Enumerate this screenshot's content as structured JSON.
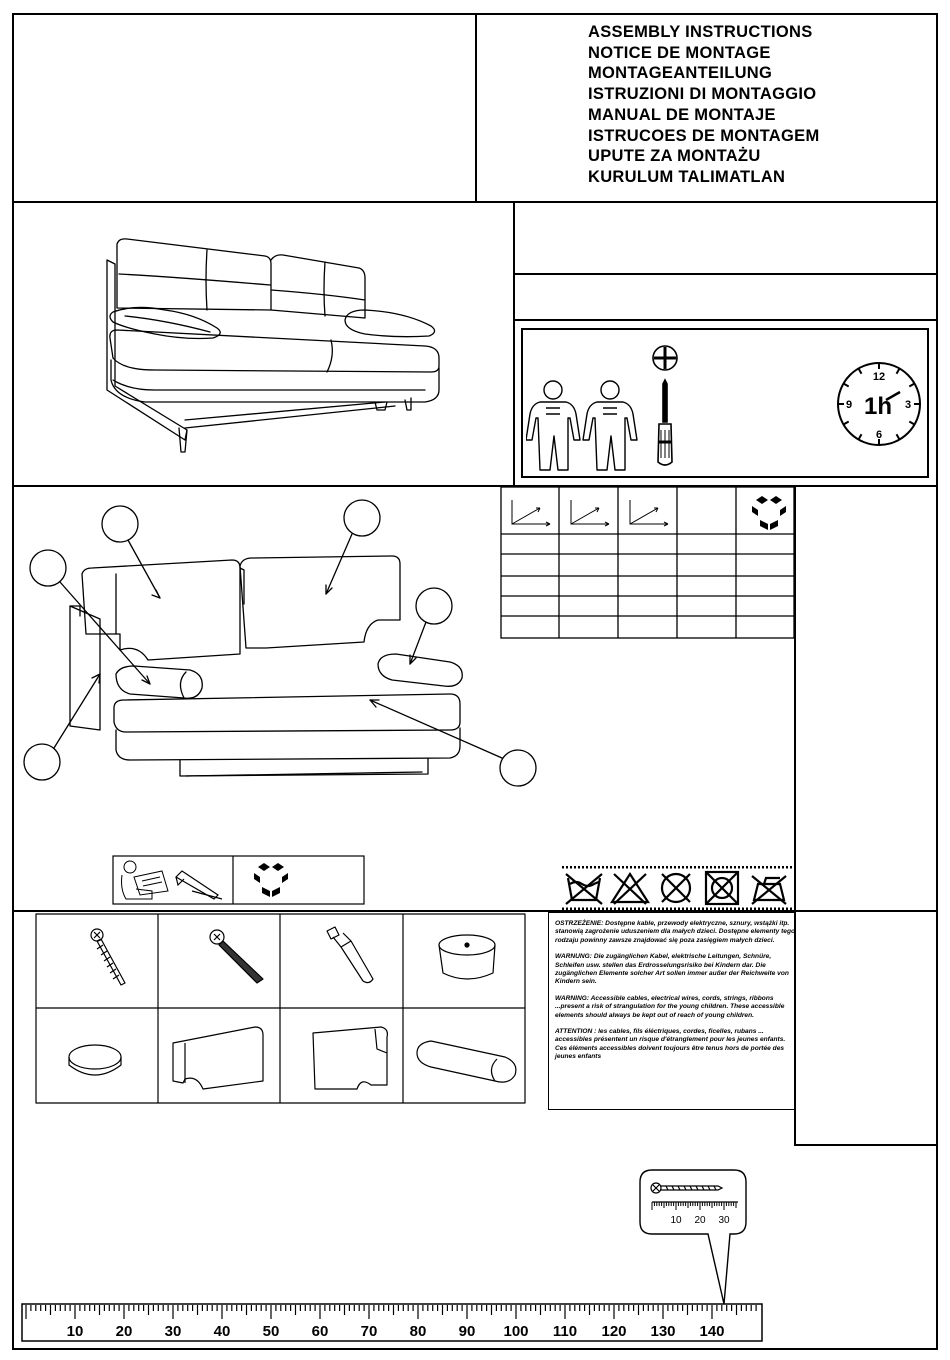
{
  "header": {
    "titles": [
      "ASSEMBLY INSTRUCTIONS",
      "NOTICE DE MONTAGE",
      "MONTAGEANTEILUNG",
      "ISTRUZIONI DI MONTAGGIO",
      "MANUAL DE MONTAJE",
      "ISTRUCOES DE MONTAGEM",
      "UPUTE ZA MONTAŻU",
      "KURULUM TALIMATLAN"
    ]
  },
  "assembly": {
    "people_count": 2,
    "tool": "phillips-screwdriver-icon",
    "time_label": "1h"
  },
  "clock": {
    "num_12": "12",
    "num_3": "3",
    "num_6": "6",
    "num_9": "9"
  },
  "warnings": [
    "OSTRZEŻENIE: Dostępne kable, przewody elektryczne, sznury, wstążki itp. stanowią zagrożenie uduszeniem dla małych dzieci. Dostępne elementy tego rodzaju powinny zawsze znajdować się poza zasięgiem małych dzieci.",
    "WARNUNG: Die zugänglichen Kabel, elektrische Leitungen, Schnüre, Schleifen usw. stellen das Erdrosselungsrisiko bei Kindern dar. Die zugänglichen Elemente solcher Art sollen immer außer der Reichweite von Kindern sein.",
    "WARNING: Accessible cables, electrical wires, cords, strings, ribbons ...present a risk of strangulation for the young children. These accessible elements should always be kept out of reach of young children.",
    "ATTENTION : les cables, fils éléctriques, cordes, ficelles, rubans ... accessibles présentent un risque d'étranglement pour les jeunes enfants. Ces éléments accessibles doivent toujours être tenus hors de portée des jeunes enfants"
  ],
  "small_ruler": {
    "labels": [
      "10",
      "20",
      "30"
    ]
  },
  "big_ruler": {
    "labels": [
      "10",
      "20",
      "30",
      "40",
      "50",
      "60",
      "70",
      "80",
      "90",
      "100",
      "110",
      "120",
      "130",
      "140"
    ]
  }
}
